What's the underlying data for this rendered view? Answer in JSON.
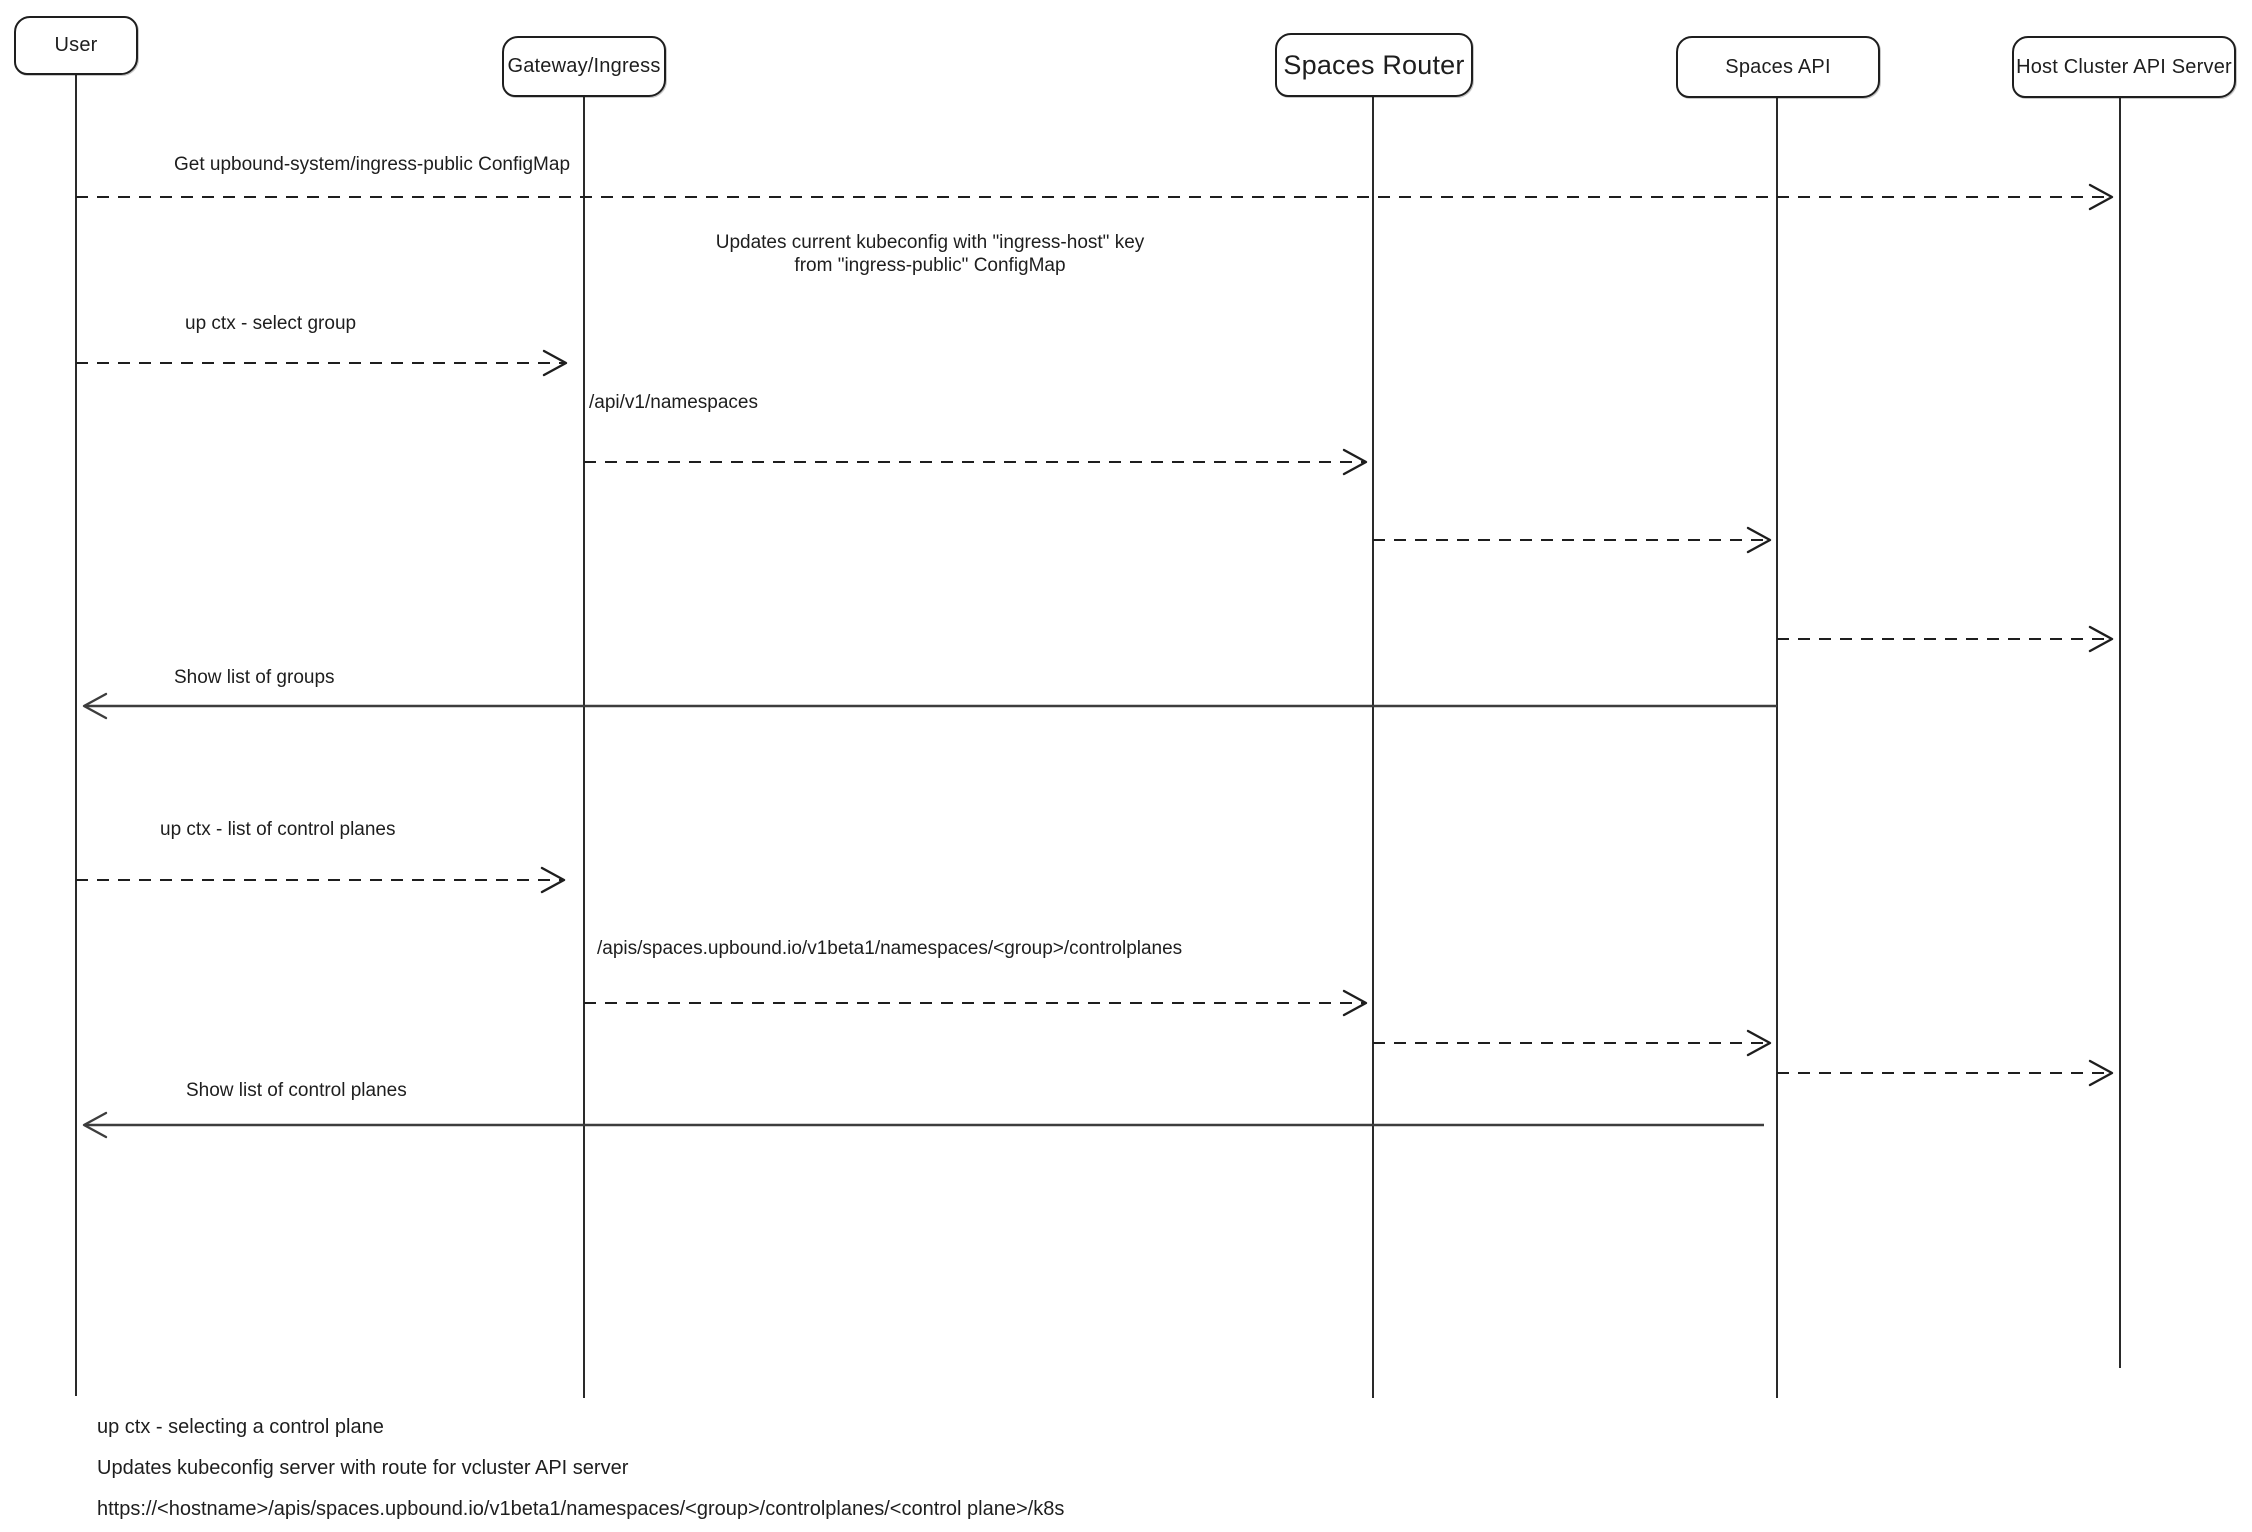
{
  "diagram": {
    "type": "sequence",
    "background": "#ffffff",
    "stroke_color": "#1e1e1e",
    "return_stroke_color": "#3d3d3d",
    "actors": [
      {
        "id": "user",
        "label": "User"
      },
      {
        "id": "gateway-ingress",
        "label": "Gateway/Ingress"
      },
      {
        "id": "spaces-router",
        "label": "Spaces Router"
      },
      {
        "id": "spaces-api",
        "label": "Spaces API"
      },
      {
        "id": "host-cluster-api-server",
        "label": "Host Cluster API Server"
      }
    ],
    "messages": [
      {
        "from": "User",
        "to": "Host Cluster API Server",
        "style": "dashed",
        "label": "Get upbound-system/ingress-public ConfigMap"
      },
      {
        "from": "User",
        "to": "Gateway/Ingress",
        "style": "dashed",
        "label": "up ctx - select group"
      },
      {
        "from": "Gateway/Ingress",
        "to": "Spaces Router",
        "style": "dashed",
        "label": "/api/v1/namespaces"
      },
      {
        "from": "Spaces Router",
        "to": "Spaces API",
        "style": "dashed",
        "label": ""
      },
      {
        "from": "Spaces API",
        "to": "Host Cluster API Server",
        "style": "dashed",
        "label": ""
      },
      {
        "from": "Spaces API",
        "to": "User",
        "style": "solid",
        "label": "Show list of groups"
      },
      {
        "from": "User",
        "to": "Gateway/Ingress",
        "style": "dashed",
        "label": "up ctx - list of control planes"
      },
      {
        "from": "Gateway/Ingress",
        "to": "Spaces Router",
        "style": "dashed",
        "label": "/apis/spaces.upbound.io/v1beta1/namespaces/<group>/controlplanes"
      },
      {
        "from": "Spaces Router",
        "to": "Spaces API",
        "style": "dashed",
        "label": ""
      },
      {
        "from": "Spaces API",
        "to": "Host Cluster API Server",
        "style": "dashed",
        "label": ""
      },
      {
        "from": "Spaces API",
        "to": "User",
        "style": "solid",
        "label": "Show list of control planes"
      }
    ],
    "note": {
      "line1": "Updates current kubeconfig with \"ingress-host\" key",
      "line2": "from \"ingress-public\" ConfigMap"
    },
    "footnotes": [
      "up ctx - selecting a control plane",
      "Updates kubeconfig server with route for vcluster API server",
      "https://<hostname>/apis/spaces.upbound.io/v1beta1/namespaces/<group>/controlplanes/<control plane>/k8s"
    ]
  }
}
